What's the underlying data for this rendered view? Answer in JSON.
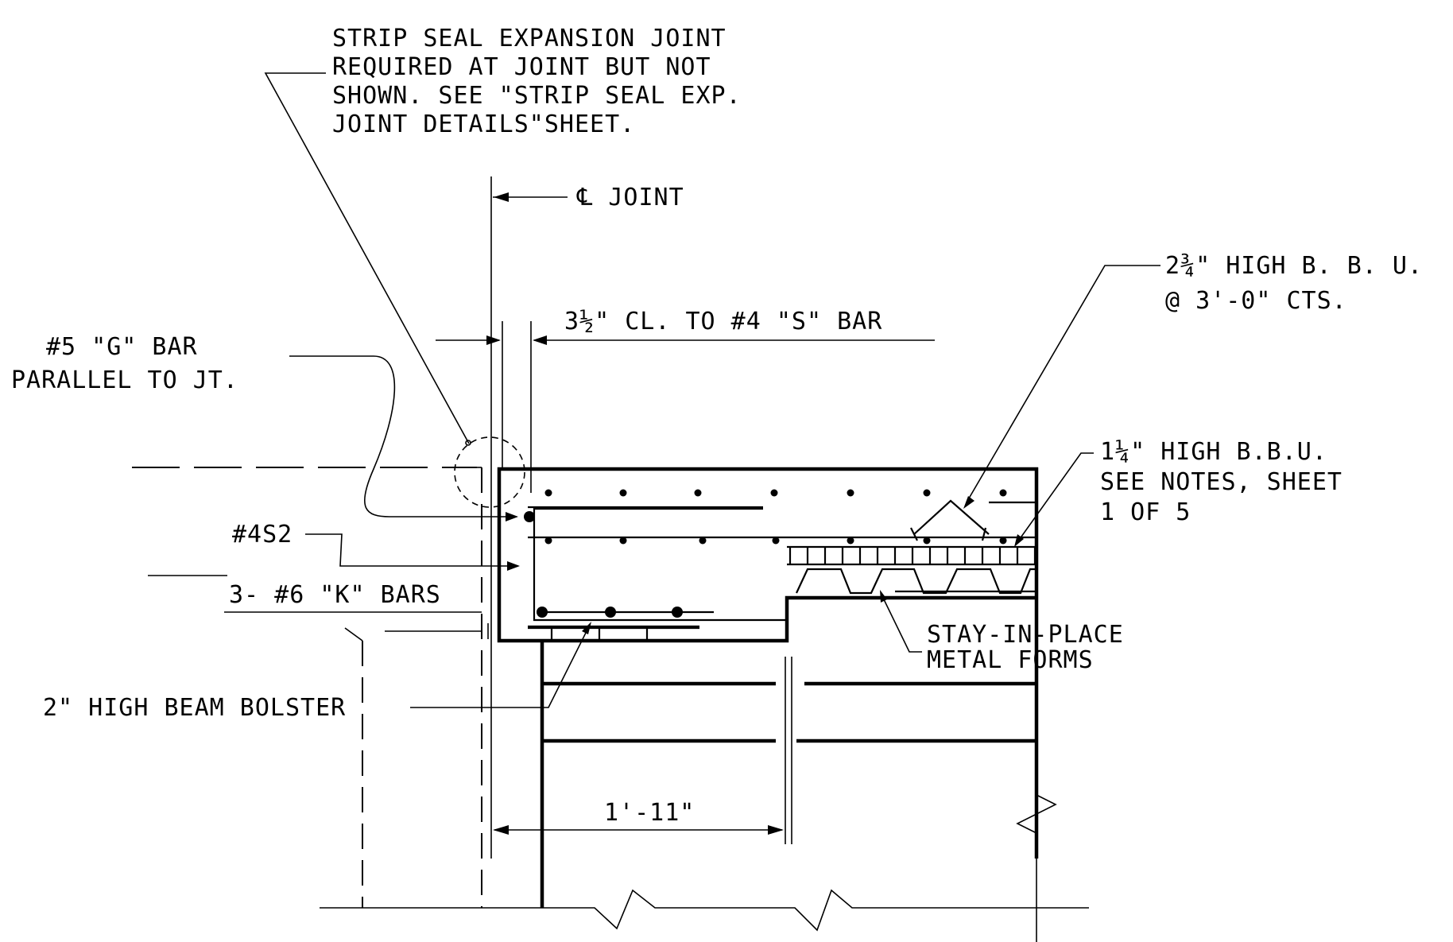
{
  "notes": {
    "strip_seal": [
      "STRIP SEAL EXPANSION JOINT",
      "REQUIRED AT JOINT BUT NOT",
      "SHOWN. SEE \"STRIP SEAL EXP.",
      "JOINT DETAILS\"SHEET."
    ],
    "cl_joint": "℄ JOINT",
    "clearance": "3½\" CL. TO #4 \"S\" BAR",
    "g_bar": [
      "#5 \"G\" BAR",
      "PARALLEL TO JT."
    ],
    "bbu_high": [
      "2¾\" HIGH B. B. U.",
      "@ 3'-0\" CTS."
    ],
    "bbu_low": [
      "1¼\" HIGH B.B.U.",
      "SEE NOTES, SHEET",
      "1 OF 5"
    ],
    "s2_bar": "#4S2",
    "k_bars": "3- #6 \"K\" BARS",
    "metal_forms": [
      "STAY-IN-PLACE",
      "METAL FORMS"
    ],
    "bolster": "2\" HIGH BEAM BOLSTER",
    "dimension": "1'-11\""
  }
}
